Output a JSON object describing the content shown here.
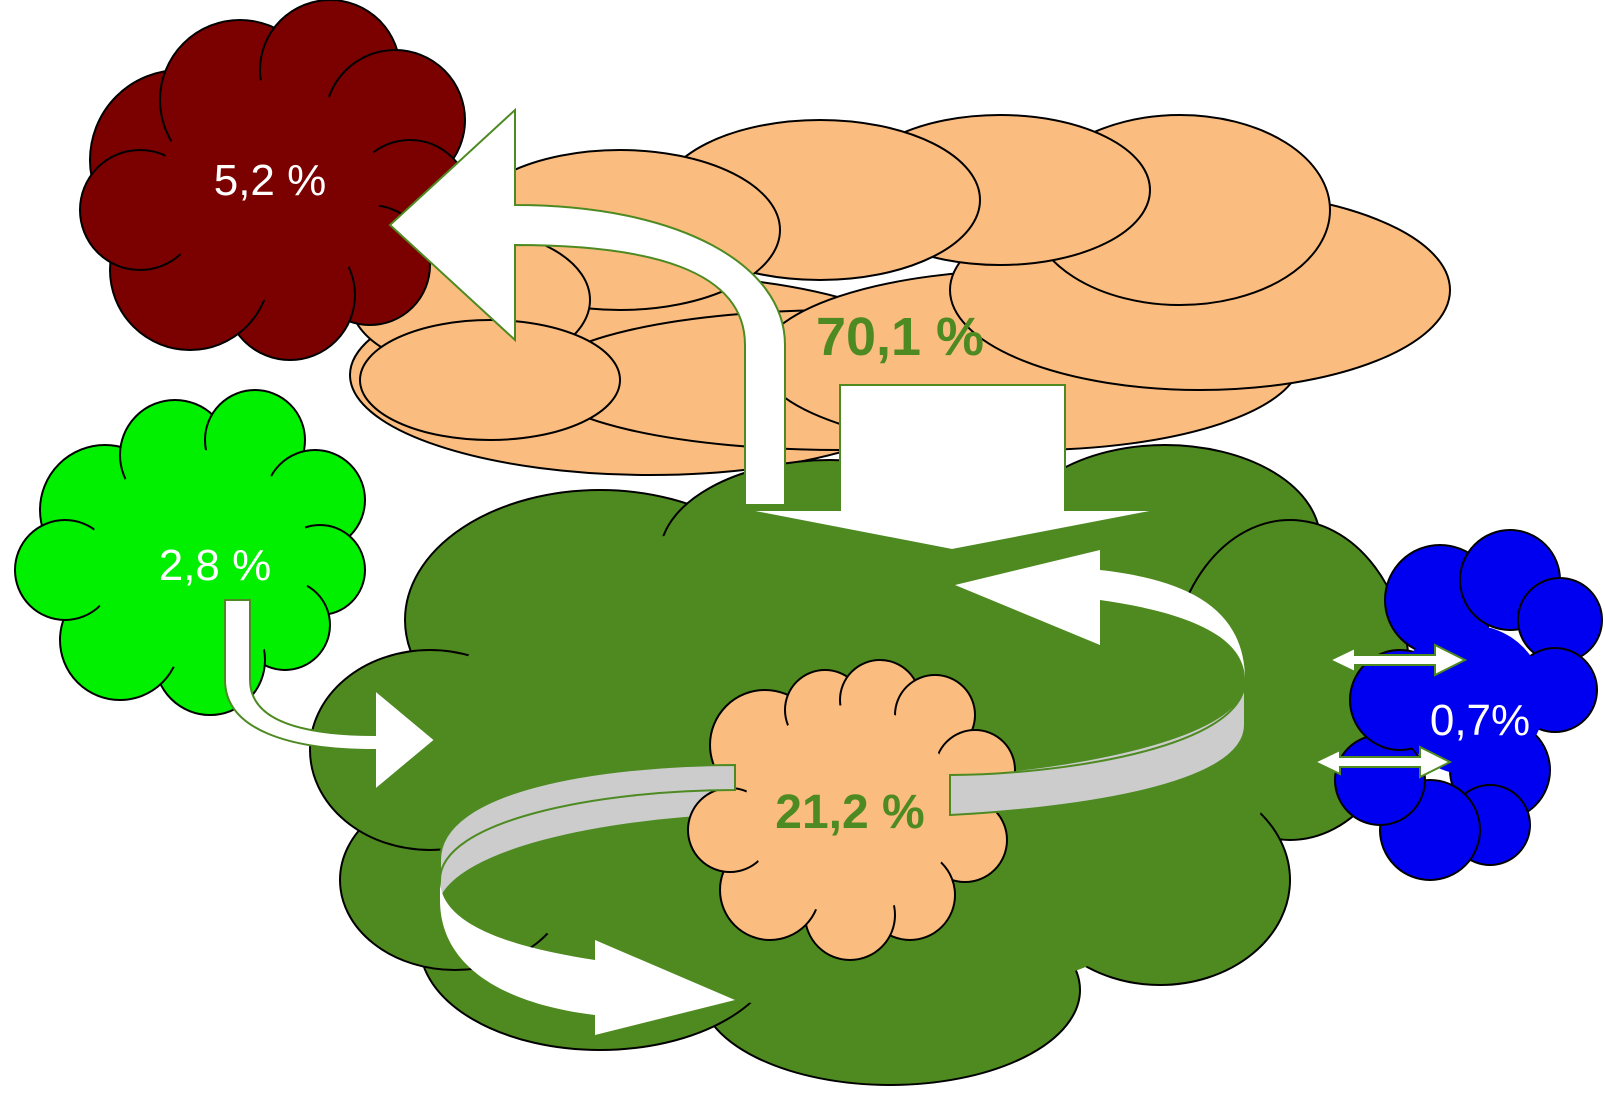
{
  "diagram": {
    "clouds": {
      "dark_red": {
        "label": "5,2 %",
        "color": "#7b0000"
      },
      "orange_top": {
        "label": "70,1 %",
        "color": "#fbbd7f"
      },
      "light_green": {
        "label": "2,8 %",
        "color": "#00f000"
      },
      "dark_green": {
        "color": "#4e8a1f"
      },
      "orange_center": {
        "label": "21,2 %",
        "color": "#fbbd7f"
      },
      "blue": {
        "label": "0,7%",
        "color": "#0000f0"
      }
    },
    "colors": {
      "arrow_fill": "#ffffff",
      "arrow_outline": "#4e8a22",
      "band_gray": "#cccccc",
      "cloud_outline": "#000000"
    }
  }
}
